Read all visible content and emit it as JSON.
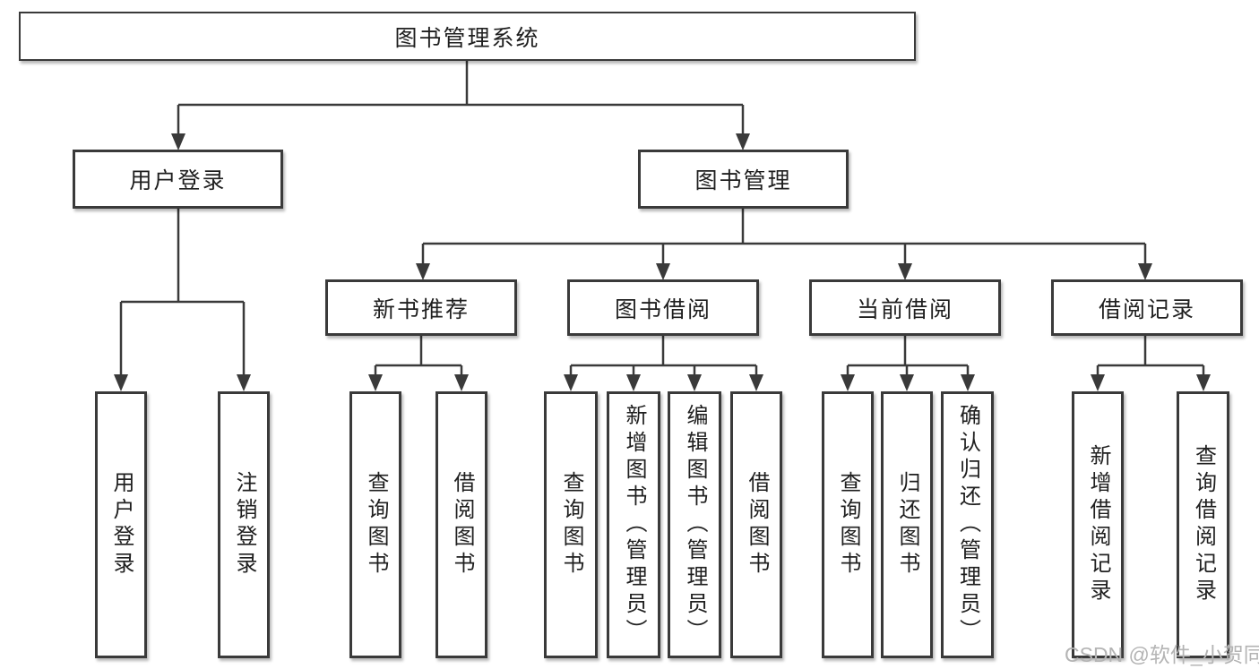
{
  "diagram_title": "图书管理系统",
  "colors": {
    "line": "#3a3a3a",
    "text": "#1f1f1f",
    "background": "#ffffff",
    "watermark": "#b4b4b4"
  },
  "watermark": {
    "text": "CSDN @软件_小贺同学"
  },
  "tree": {
    "label": "图书管理系统",
    "children": [
      {
        "label": "用户登录",
        "children": [
          {
            "label": "用户登录"
          },
          {
            "label": "注销登录"
          }
        ]
      },
      {
        "label": "图书管理",
        "children": [
          {
            "label": "新书推荐",
            "children": [
              {
                "label": "查询图书"
              },
              {
                "label": "借阅图书"
              }
            ]
          },
          {
            "label": "图书借阅",
            "children": [
              {
                "label": "查询图书"
              },
              {
                "label": "新增图书（管理员）"
              },
              {
                "label": "编辑图书（管理员）"
              },
              {
                "label": "借阅图书"
              }
            ]
          },
          {
            "label": "当前借阅",
            "children": [
              {
                "label": "查询图书"
              },
              {
                "label": "归还图书"
              },
              {
                "label": "确认归还（管理员）"
              }
            ]
          },
          {
            "label": "借阅记录",
            "children": [
              {
                "label": "新增借阅记录"
              },
              {
                "label": "查询借阅记录"
              }
            ]
          }
        ]
      }
    ]
  }
}
